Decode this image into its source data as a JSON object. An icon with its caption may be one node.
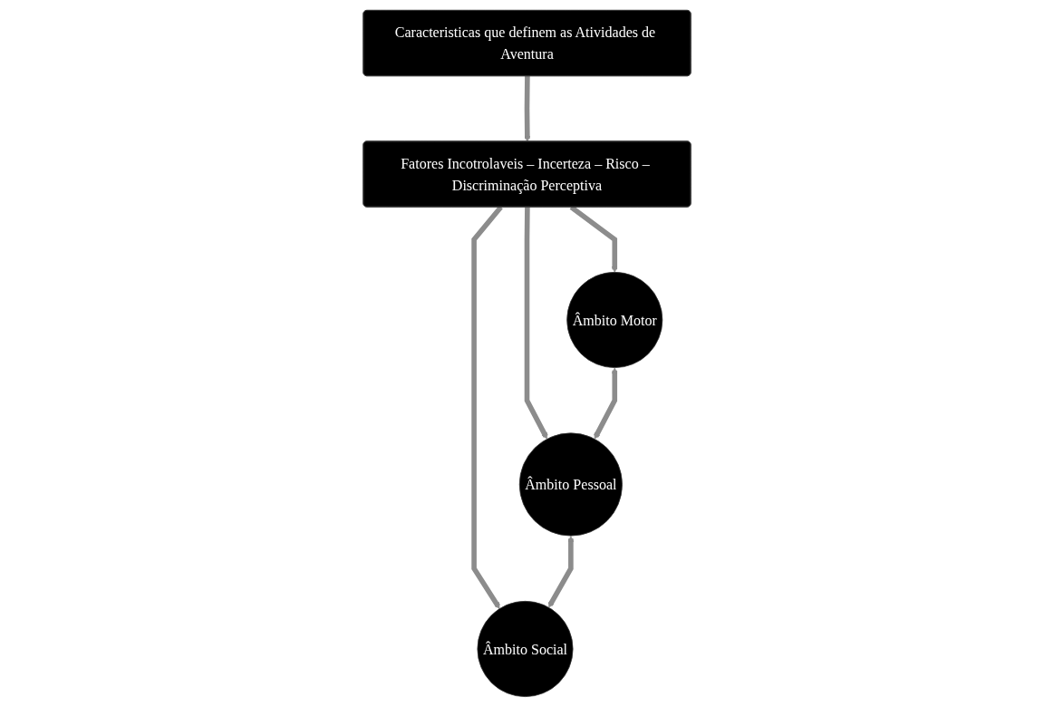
{
  "diagram": {
    "nodes": [
      {
        "text": [
          "Caracteristicas que definem as Atividades de Aventura"
        ]
      },
      {
        "text": [
          "Fatores Incotrolaveis – Incerteza – Risco – Discriminação Perceptiva"
        ]
      },
      {
        "text": [
          "Âmbito Motor"
        ]
      },
      {
        "text": [
          "Âmbito Pessoal"
        ]
      },
      {
        "text": [
          "Âmbito Social"
        ]
      }
    ],
    "edges": [
      {
        "from": 0,
        "to": 1,
        "arrow": "to"
      },
      {
        "from": 1,
        "to": 2,
        "arrow": "to"
      },
      {
        "from": 1,
        "to": 3,
        "arrow": "to"
      },
      {
        "from": 1,
        "to": 4,
        "arrow": "to"
      },
      {
        "from": 2,
        "to": 3,
        "arrow": "both"
      },
      {
        "from": 3,
        "to": 4,
        "arrow": "both"
      }
    ]
  }
}
